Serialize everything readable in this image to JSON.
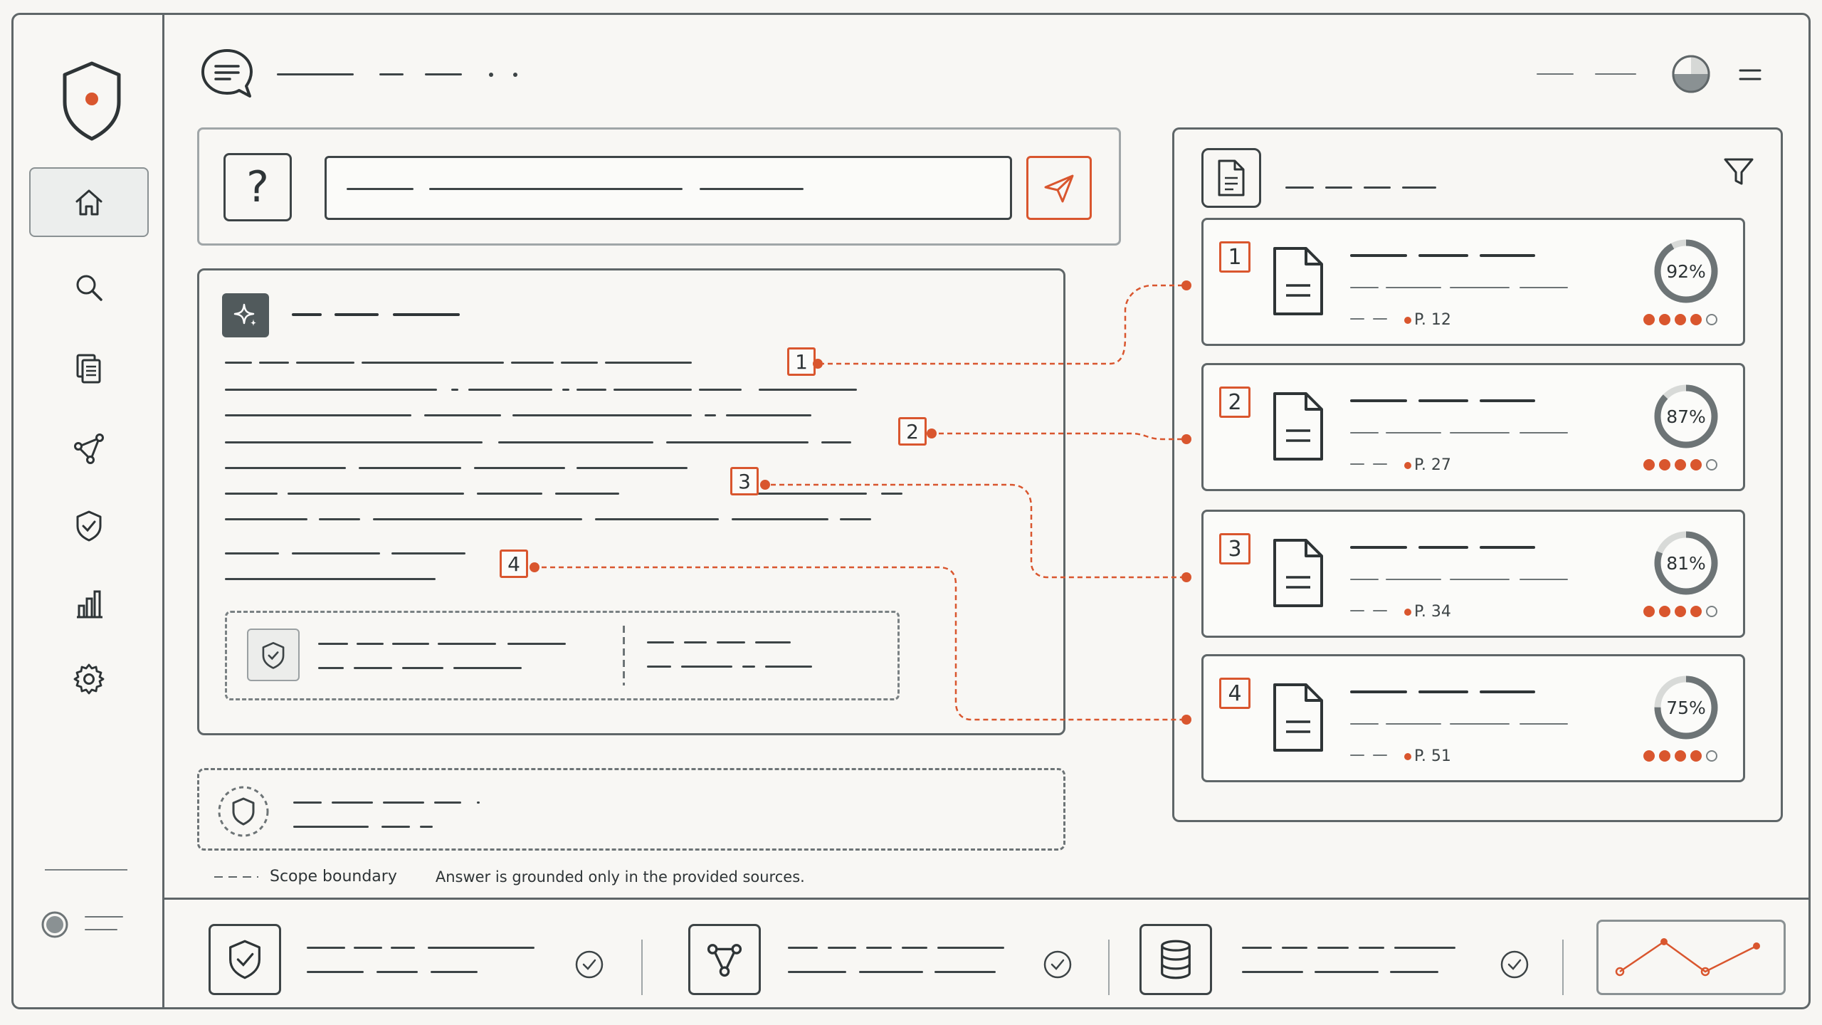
{
  "legend": {
    "scope_label": "Scope boundary",
    "grounding_note": "Answer is grounded only in the provided sources."
  },
  "citations": [
    "1",
    "2",
    "3",
    "4"
  ],
  "sources": [
    {
      "num": "1",
      "page": "P. 12",
      "relevance": "92%",
      "relevance_value": 92,
      "rating": 4,
      "rating_max": 5
    },
    {
      "num": "2",
      "page": "P. 27",
      "relevance": "87%",
      "relevance_value": 87,
      "rating": 4,
      "rating_max": 5
    },
    {
      "num": "3",
      "page": "P. 34",
      "relevance": "81%",
      "relevance_value": 81,
      "rating": 4,
      "rating_max": 5
    },
    {
      "num": "4",
      "page": "P. 51",
      "relevance": "75%",
      "relevance_value": 75,
      "rating": 4,
      "rating_max": 5
    }
  ],
  "icons": {
    "logo": "shield-dot-icon",
    "nav": [
      "home-icon",
      "search-icon",
      "documents-icon",
      "graph-icon",
      "shield-check-icon",
      "bar-chart-icon",
      "gear-icon"
    ],
    "query": "question-icon",
    "send": "send-icon",
    "answer": "sparkle-icon",
    "filter": "filter-icon",
    "source": "document-icon"
  },
  "colors": {
    "accent": "#d9562e",
    "ink": "#2e3436",
    "border": "#5f6668",
    "background": "#f8f7f4"
  }
}
